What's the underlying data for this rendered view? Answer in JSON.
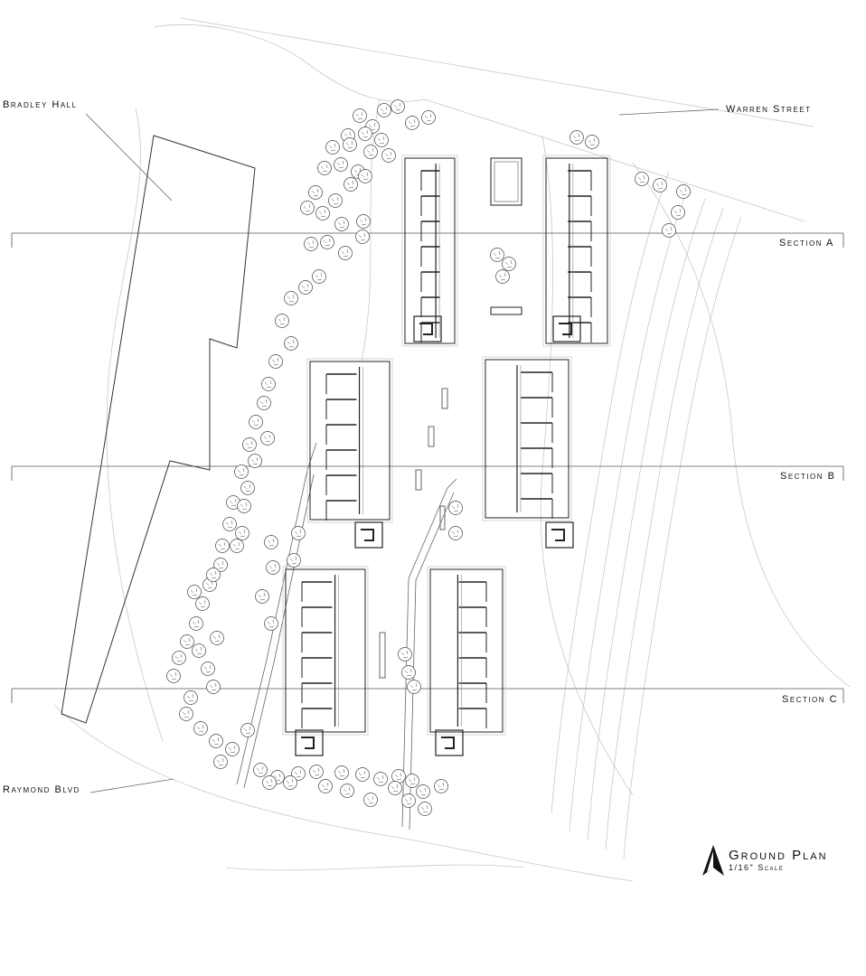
{
  "labels": {
    "bradley_hall": "Bradley Hall",
    "warren_street": "Warren Street",
    "section_a": "Section A",
    "section_b": "Section B",
    "section_c": "Section C",
    "raymond_blvd": "Raymond Blvd"
  },
  "title_block": {
    "title": "Ground Plan",
    "scale": "1/16\" Scale",
    "north_icon": "north-arrow-icon"
  },
  "colors": {
    "line": "#222222",
    "light_line": "#c8c8c8",
    "context_line": "#b5b5b5"
  }
}
